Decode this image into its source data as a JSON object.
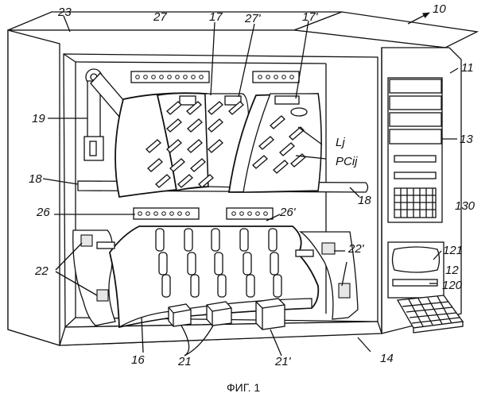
{
  "caption": "ФИГ. 1",
  "labels": {
    "l10": "10",
    "l11": "11",
    "l12": "12",
    "l13": "13",
    "l14": "14",
    "l16": "16",
    "l17": "17",
    "l17p": "17'",
    "l18a": "18",
    "l18b": "18",
    "l19": "19",
    "l21": "21",
    "l21p": "21'",
    "l22": "22",
    "l22p": "22'",
    "l23": "23",
    "l26": "26",
    "l26p": "26'",
    "l27": "27",
    "l27p": "27'",
    "l120": "120",
    "l121": "121",
    "l130": "130",
    "lLj": "Lj",
    "lPCij": "PCij"
  }
}
